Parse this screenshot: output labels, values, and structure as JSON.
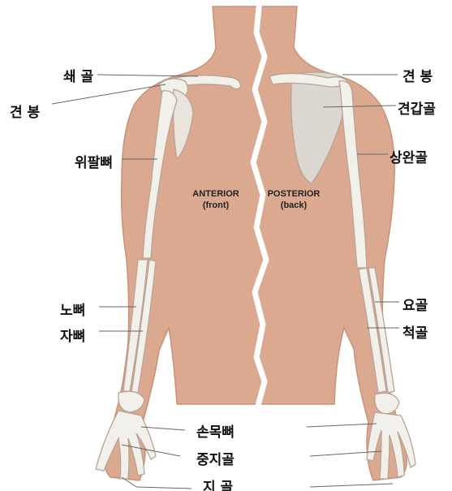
{
  "views": {
    "anterior": {
      "title": "ANTERIOR",
      "subtitle": "(front)"
    },
    "posterior": {
      "title": "POSTERIOR",
      "subtitle": "(back)"
    }
  },
  "labels": {
    "clavicle": "쇄 골",
    "acromion_left": "견 봉",
    "humerus": "위팔뼈",
    "radius": "노뼈",
    "ulna": "자뼈",
    "acromion_right": "견 봉",
    "scapula": "견갑골",
    "humerus_right": "상완골",
    "radius_right": "요골",
    "ulna_right": "척골",
    "carpals": "손목뼈",
    "metacarpals": "중지골",
    "phalanges": "지 골"
  },
  "colors": {
    "skin": "#dba98f",
    "skin_edge": "#c99277",
    "bone": "#f2f0ea",
    "bone_edge": "#b9a394",
    "line": "#666666",
    "scapula_shade": "#d9d6d0"
  }
}
